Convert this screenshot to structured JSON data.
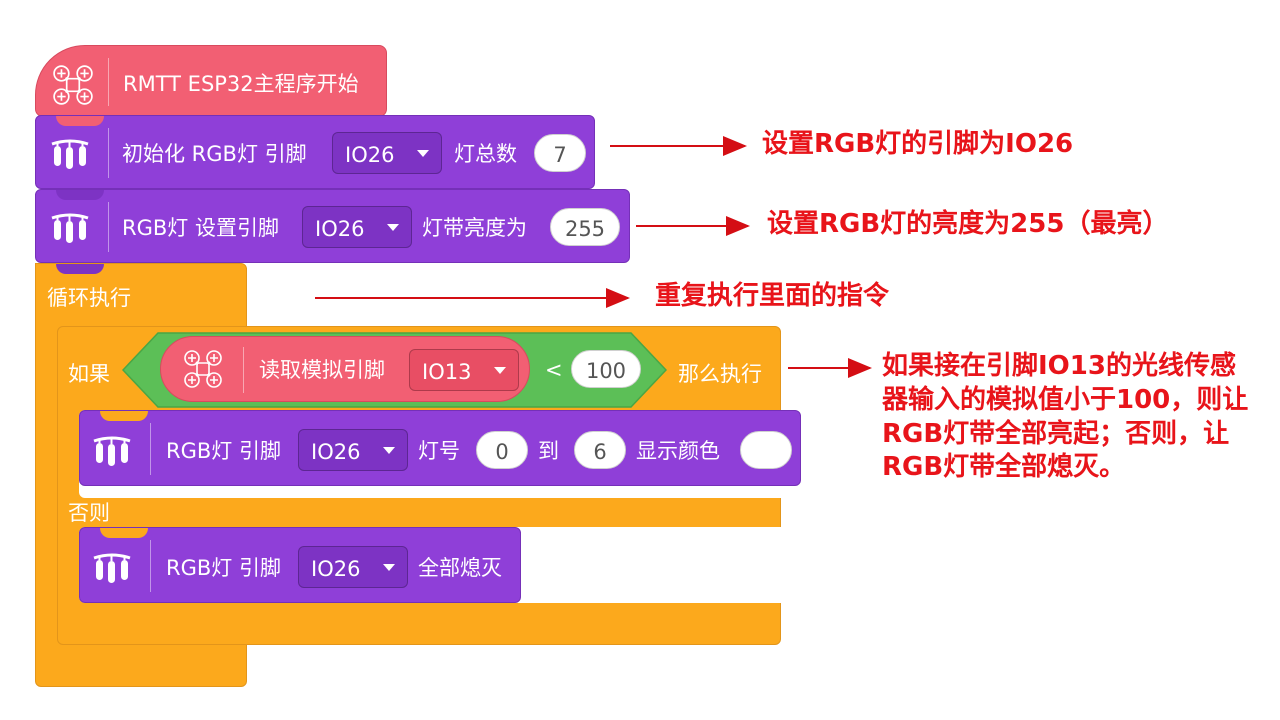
{
  "colors": {
    "red_block": "#f25f73",
    "purple_block": "#8f3fd8",
    "orange_block": "#fca91c",
    "green_block": "#5cbf57",
    "annotation": "#e8141a"
  },
  "hat_block": {
    "label": "RMTT ESP32主程序开始",
    "icon": "drone-icon"
  },
  "init_block": {
    "prefix": "初始化 RGB灯 引脚",
    "pin": "IO26",
    "count_label": "灯总数",
    "count": "7",
    "icon": "led-strip-icon"
  },
  "brightness_block": {
    "prefix": "RGB灯 设置引脚",
    "pin": "IO26",
    "label": "灯带亮度为",
    "value": "255",
    "icon": "led-strip-icon"
  },
  "loop_block": {
    "label": "循环执行"
  },
  "if_block": {
    "if_label": "如果",
    "read_label": "读取模拟引脚",
    "read_pin": "IO13",
    "operator": "<",
    "threshold": "100",
    "then_label": "那么执行",
    "else_label": "否则"
  },
  "set_color_block": {
    "prefix": "RGB灯 引脚",
    "pin": "IO26",
    "from_label": "灯号",
    "from": "0",
    "to_label": "到",
    "to": "6",
    "color_label": "显示颜色",
    "color": "#ffffff"
  },
  "off_block": {
    "prefix": "RGB灯 引脚",
    "pin": "IO26",
    "label": "全部熄灭"
  },
  "annotations": {
    "a1": "设置RGB灯的引脚为IO26",
    "a2": "设置RGB灯的亮度为255（最亮）",
    "a3": "重复执行里面的指令",
    "a4": "如果接在引脚IO13的光线传感器输入的模拟值小于100，则让RGB灯带全部亮起；否则，让RGB灯带全部熄灭。"
  }
}
